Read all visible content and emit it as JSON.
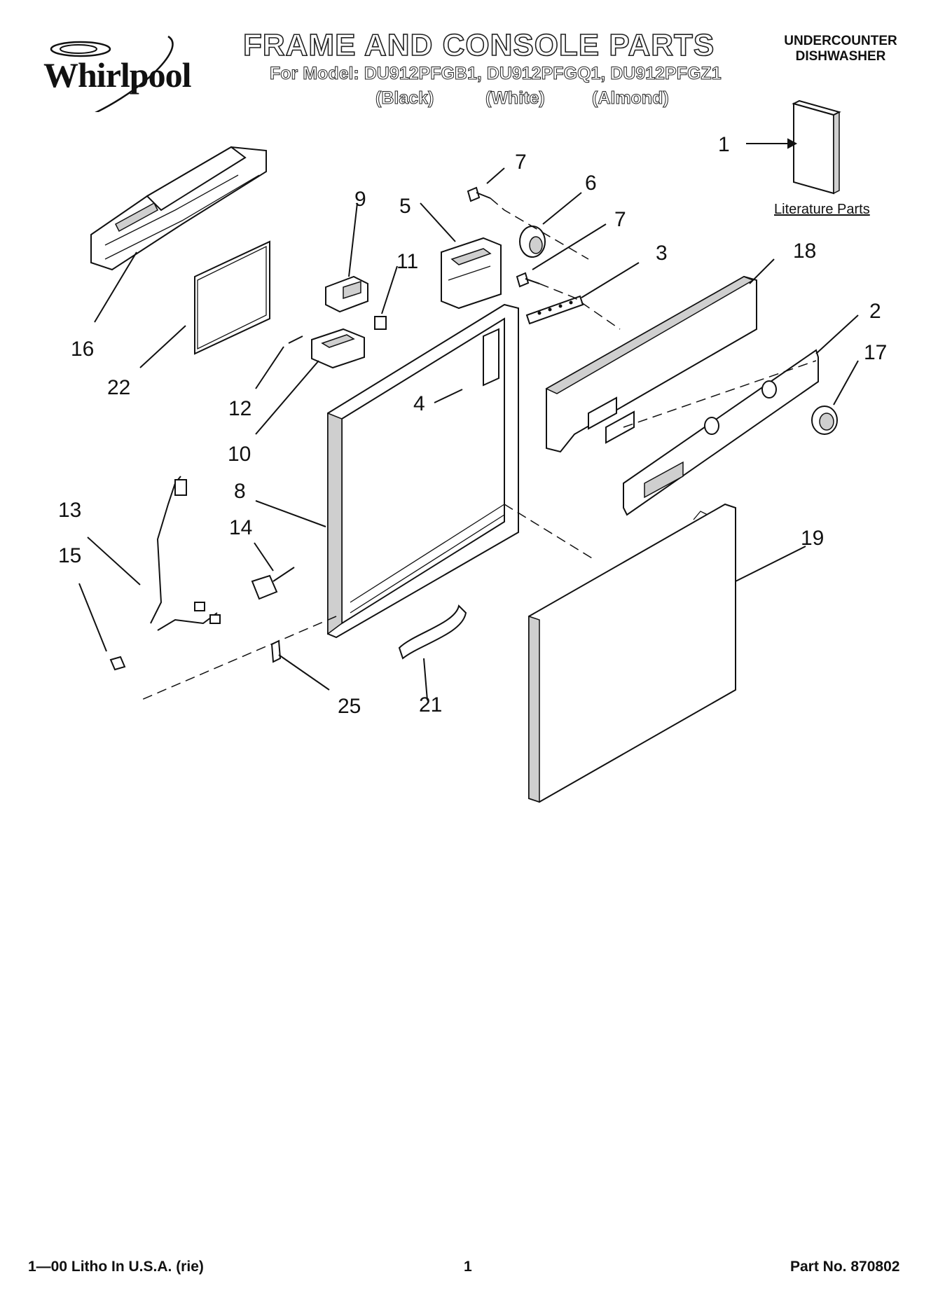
{
  "header": {
    "brand": "Whirlpool",
    "title": "FRAME AND CONSOLE PARTS",
    "model_line": "For Model: DU912PFGB1, DU912PFGQ1, DU912PFGZ1",
    "variants": [
      "(Black)",
      "(White)",
      "(Almond)"
    ],
    "product_line1": "UNDERCOUNTER",
    "product_line2": "DISHWASHER"
  },
  "diagram": {
    "literature_label": "Literature Parts",
    "callouts": [
      "1",
      "2",
      "3",
      "4",
      "5",
      "6",
      "7",
      "7",
      "8",
      "9",
      "10",
      "11",
      "12",
      "13",
      "14",
      "15",
      "16",
      "17",
      "18",
      "19",
      "21",
      "22",
      "25"
    ]
  },
  "footer": {
    "litho": "1—00 Litho In U.S.A. (rie)",
    "page_number": "1",
    "part_number": "Part No. 870802"
  }
}
